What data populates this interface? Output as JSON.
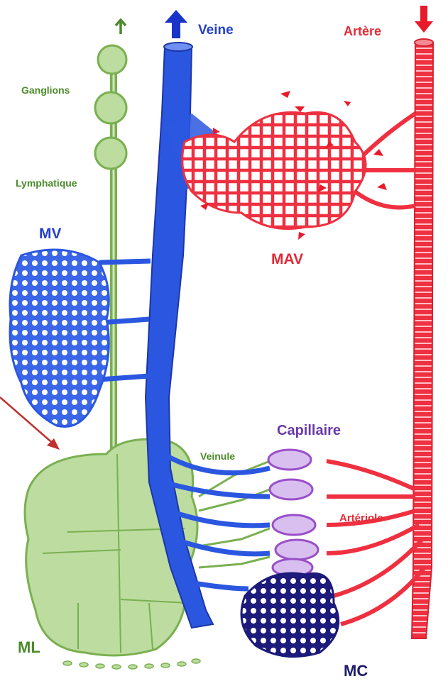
{
  "labels": {
    "veine": "Veine",
    "artere": "Artère",
    "ganglions": "Ganglions",
    "lymphatique": "Lymphatique",
    "mv": "MV",
    "mav": "MAV",
    "capillaire": "Capillaire",
    "veinule": "Veinule",
    "arteriole": "Artériole",
    "ml": "ML",
    "mc": "MC"
  },
  "colors": {
    "vein": "#2b57e0",
    "vein_dark": "#1c36a8",
    "artery": "#ee3040",
    "lymph": "#7ab050",
    "lymph_fill": "#bcdca0",
    "capillary": "#9a4fc8",
    "mc": "#1c1a7a",
    "pointer": "#c03030",
    "label_green": "#4a8a2a",
    "label_blue": "#2440c8",
    "label_red": "#e42a36",
    "label_purple": "#6a3aa8",
    "label_dark": "#1c1a6a"
  }
}
